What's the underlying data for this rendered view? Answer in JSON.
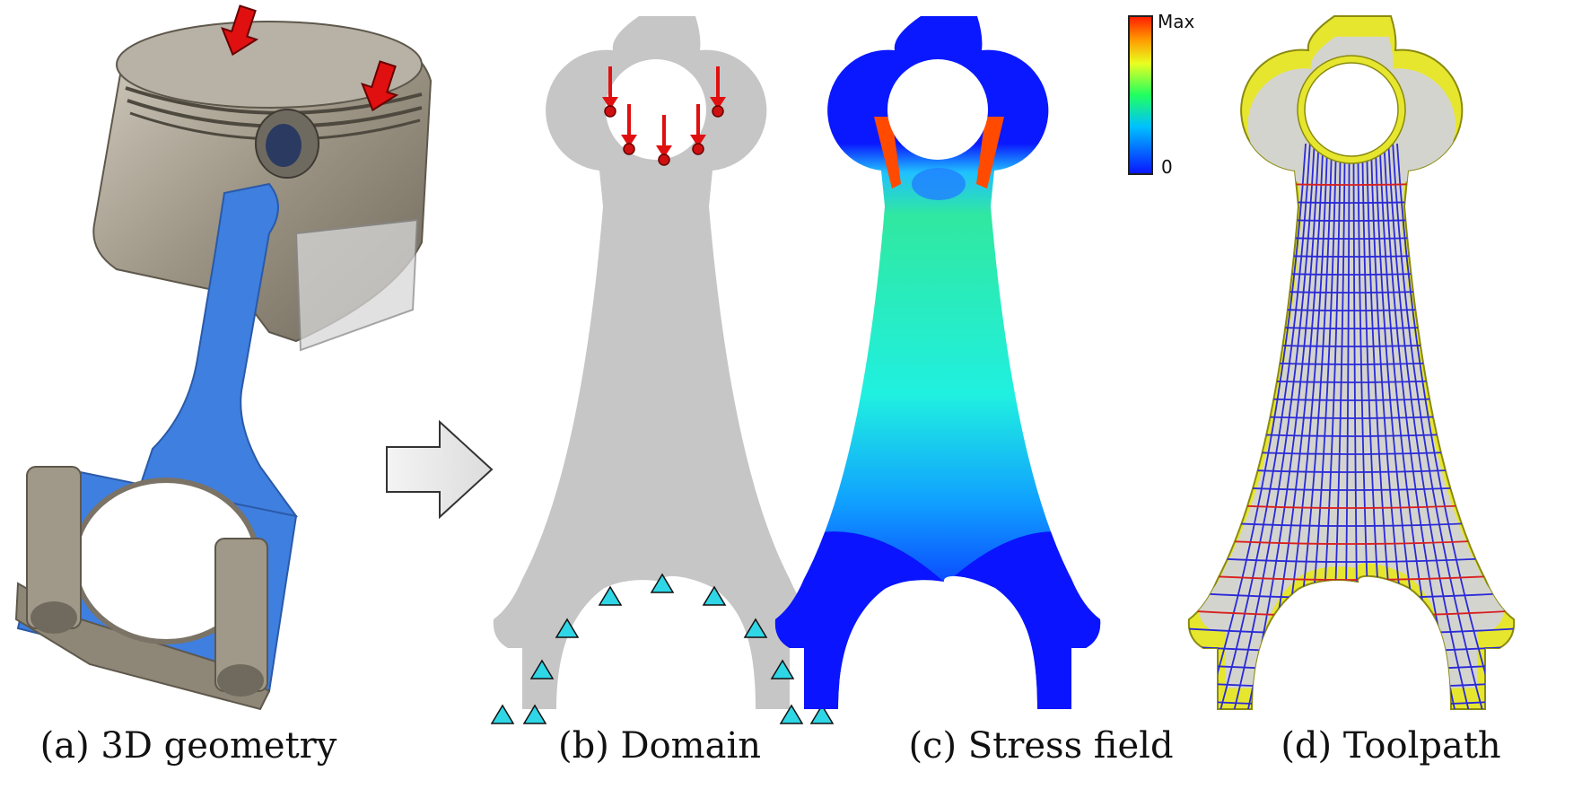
{
  "panels": [
    {
      "id": "a",
      "caption": "(a) 3D geometry"
    },
    {
      "id": "b",
      "caption": "(b) Domain"
    },
    {
      "id": "c",
      "caption": "(c) Stress field"
    },
    {
      "id": "d",
      "caption": "(d) Toolpath"
    }
  ],
  "colorbar": {
    "max_label": "Max",
    "min_label": "0"
  },
  "colors": {
    "domain_fill": "#c6c6c6",
    "load_arrow": "#e01010",
    "support_triangle": "#2fd6e6",
    "piston_metal": "#a49c8c",
    "rod_blue": "#3f7fe0",
    "toolpath_border": "#e6e62e",
    "toolpath_blue": "#2a2ad8",
    "toolpath_red": "#d82020",
    "stress_min": "#0a14ff",
    "stress_max": "#ff1a00"
  },
  "icons": [
    "process-arrow-icon",
    "load-arrow-icon",
    "support-triangle-icon"
  ]
}
